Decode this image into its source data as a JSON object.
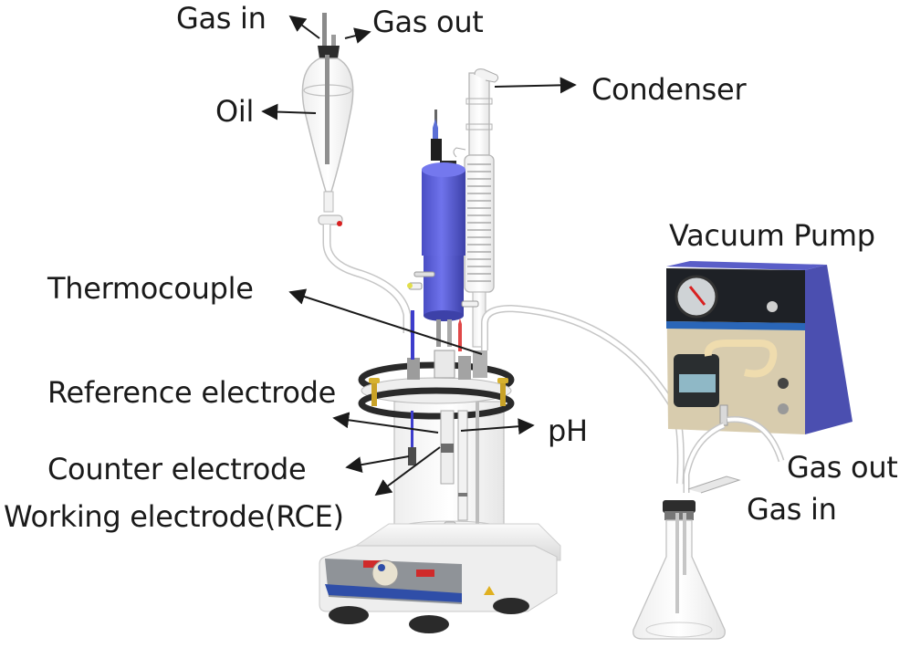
{
  "diagram": {
    "type": "lab-apparatus-setup",
    "labels": {
      "gas_in_top": "Gas in",
      "gas_out_top": "Gas out",
      "oil": "Oil",
      "condenser": "Condenser",
      "vacuum_pump": "Vacuum Pump",
      "thermocouple": "Thermocouple",
      "reference_electrode": "Reference electrode",
      "ph": "pH",
      "counter_electrode": "Counter electrode",
      "working_electrode": "Working electrode(RCE)",
      "gas_out_right": "Gas out",
      "gas_in_right": "Gas in"
    },
    "components": [
      "separatory-funnel",
      "condenser",
      "rotating-cylinder-electrode-motor",
      "glass-cell-reactor",
      "hot-plate-stirrer",
      "vacuum-pump",
      "erlenmeyer-flask-trap"
    ],
    "colors": {
      "motor_blue": "#5b5fd6",
      "pump_blue": "#4b4fb0",
      "clamp_gold": "#c9a227",
      "ring_black": "#2a2a2a",
      "glass_outline": "#b8b8b8",
      "hotplate_accent": "#2f4ea8",
      "display_red": "#d02a2a",
      "text": "#1a1a1a"
    }
  }
}
